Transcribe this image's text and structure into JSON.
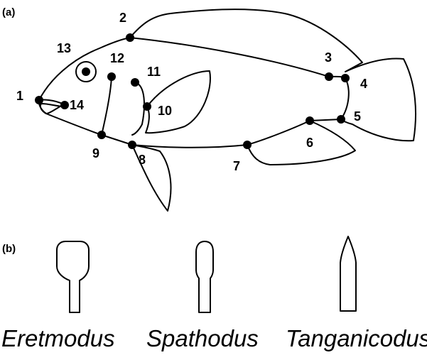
{
  "panels": {
    "a": "(a)",
    "b": "(b)"
  },
  "landmarks": [
    "1",
    "2",
    "3",
    "4",
    "5",
    "6",
    "7",
    "8",
    "9",
    "10",
    "11",
    "12",
    "13",
    "14"
  ],
  "genera": [
    "Eretmodus",
    "Spathodus",
    "Tanganicodus"
  ],
  "colors": {
    "ink": "#000000",
    "background": "#ffffff"
  }
}
